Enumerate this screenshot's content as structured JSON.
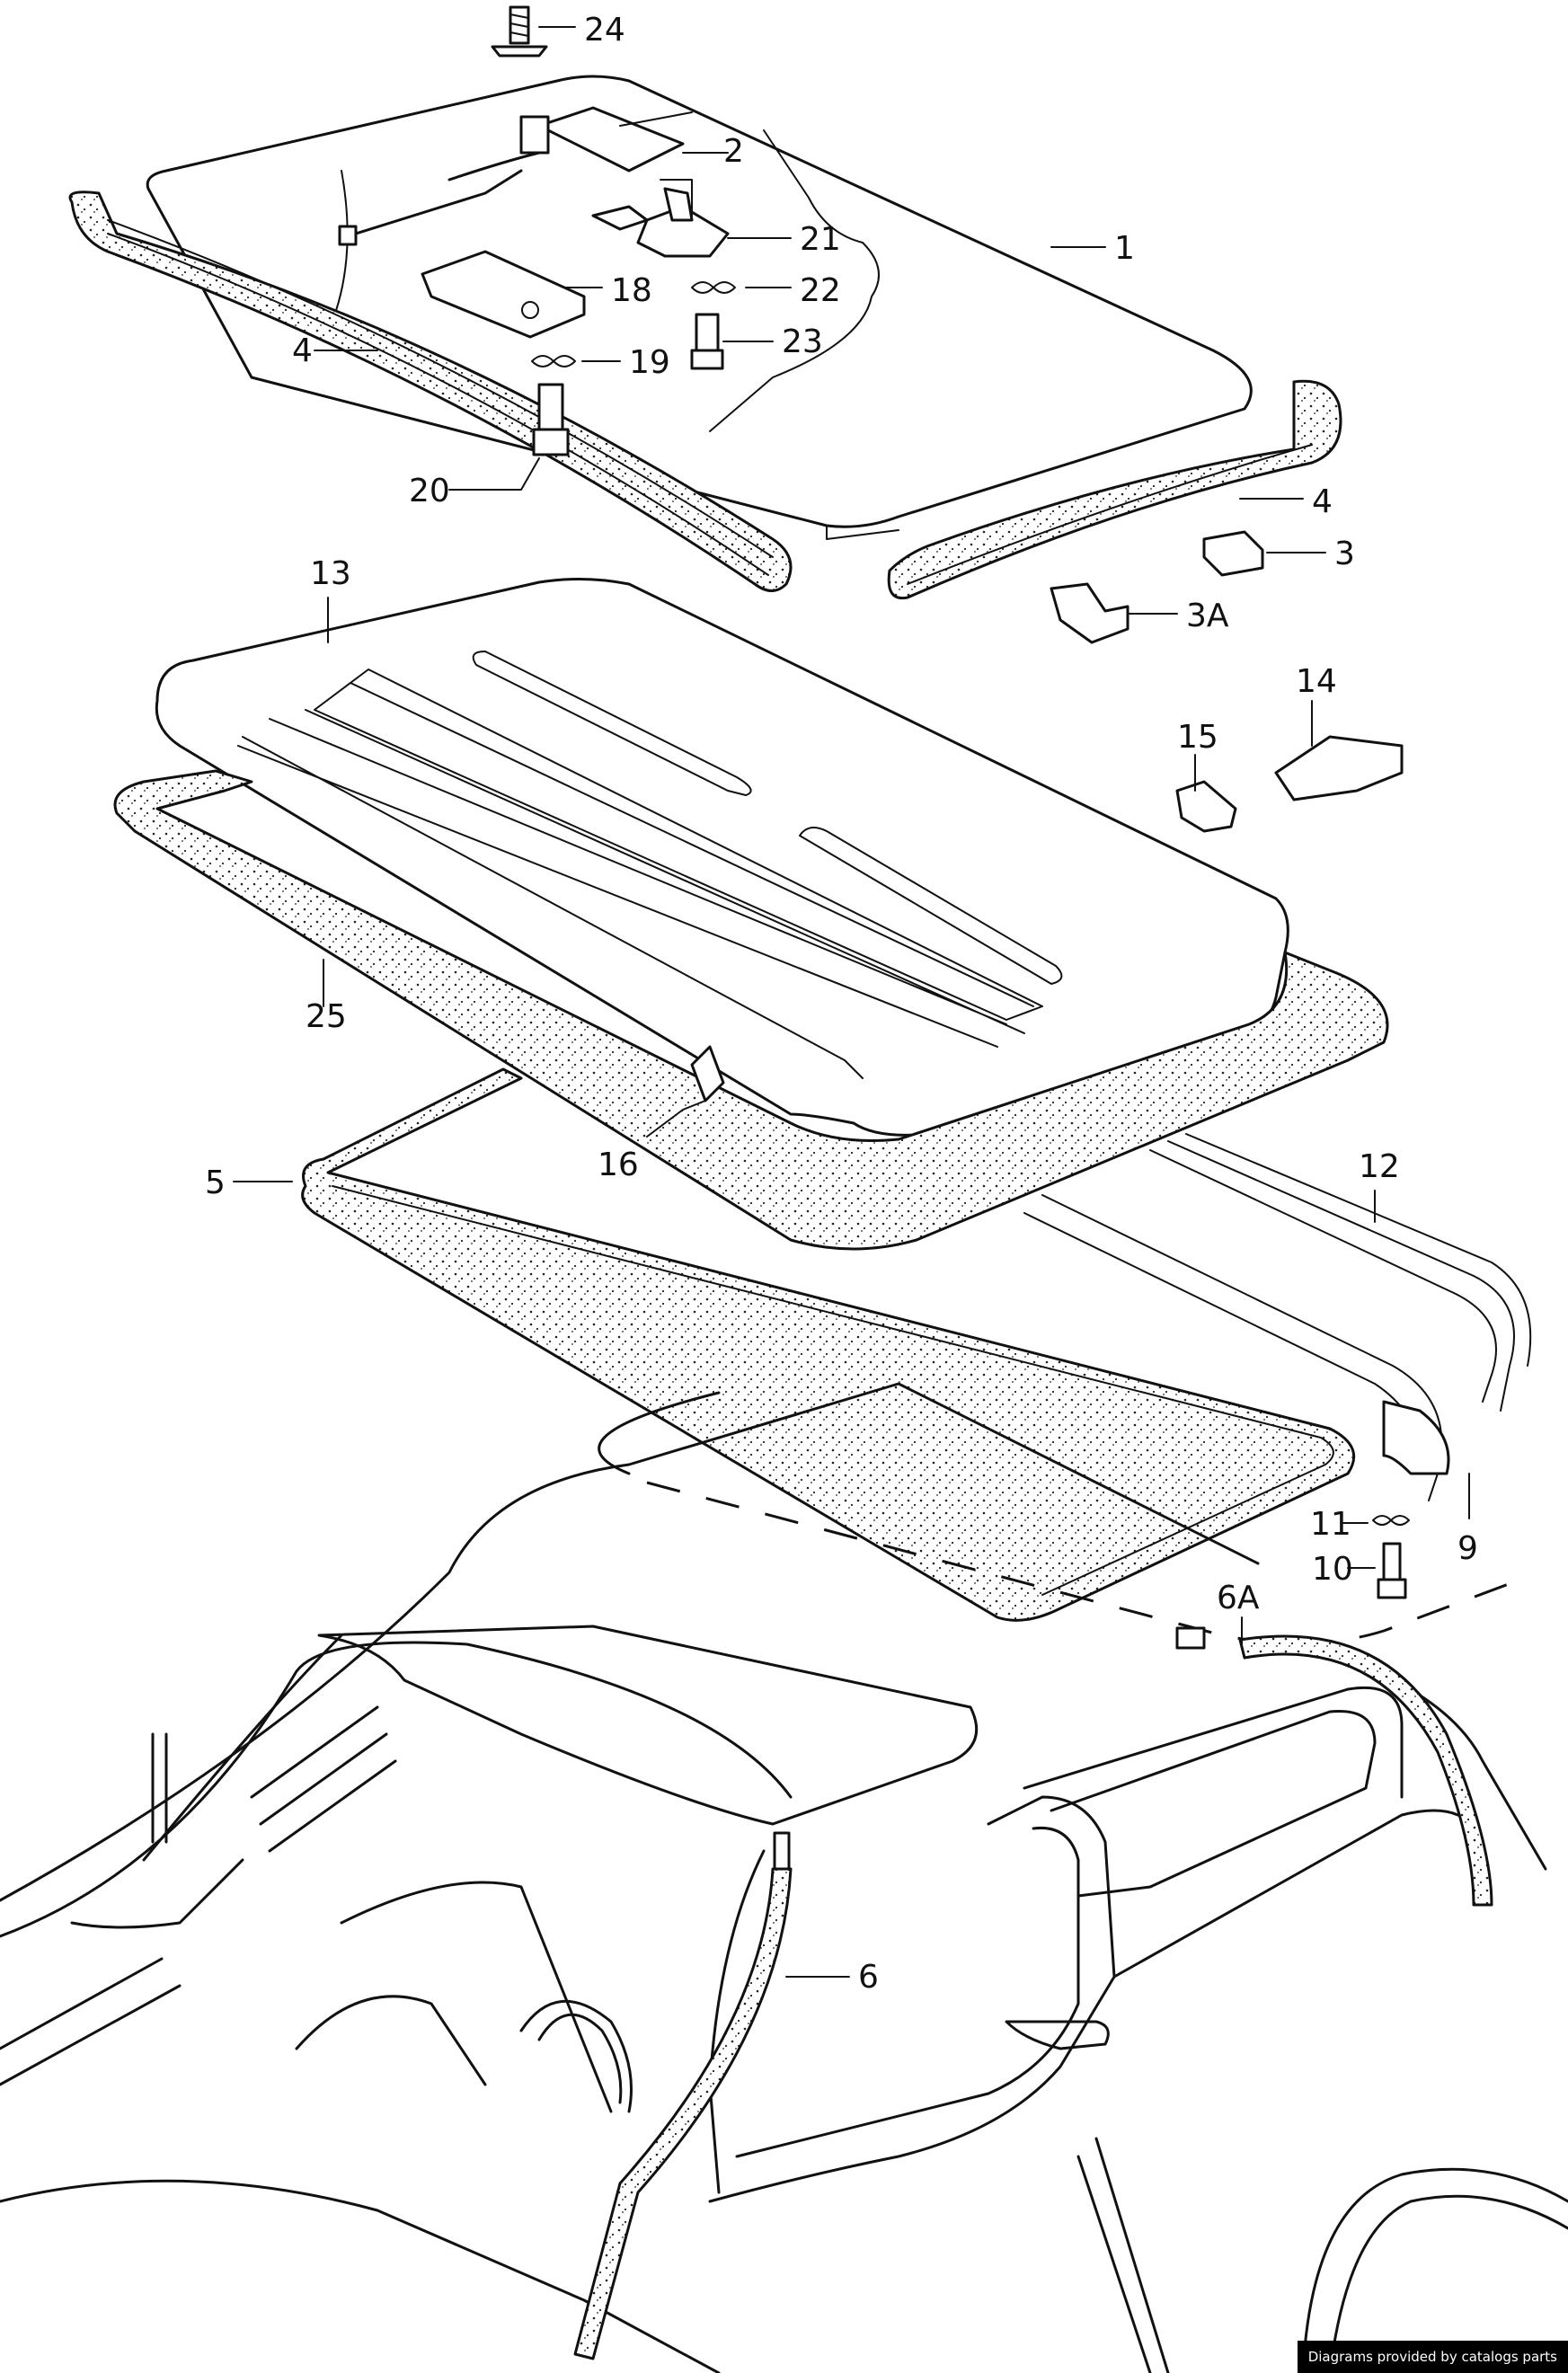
{
  "diagram": {
    "callouts": [
      "1",
      "2",
      "3",
      "3A",
      "4",
      "4",
      "5",
      "6",
      "6A",
      "9",
      "10",
      "11",
      "12",
      "13",
      "14",
      "15",
      "16",
      "18",
      "19",
      "20",
      "21",
      "22",
      "23",
      "24",
      "25"
    ]
  },
  "footer": {
    "credit": "Diagrams provided by catalogs parts"
  }
}
